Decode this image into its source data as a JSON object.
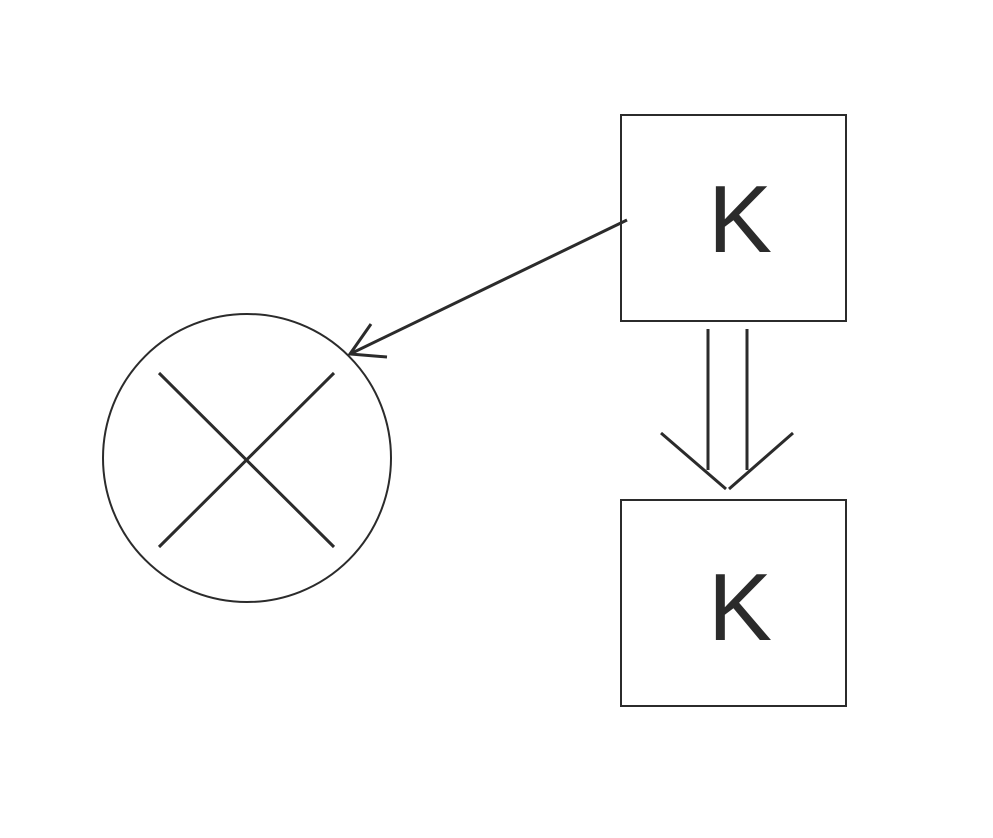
{
  "diagram": {
    "colors": {
      "stroke": "#2b2b2b",
      "background": "#ffffff"
    },
    "nodes": {
      "top_box": {
        "label": "K"
      },
      "bottom_box": {
        "label": "K"
      },
      "circle": {
        "symbol": "cross-in-circle"
      }
    }
  }
}
